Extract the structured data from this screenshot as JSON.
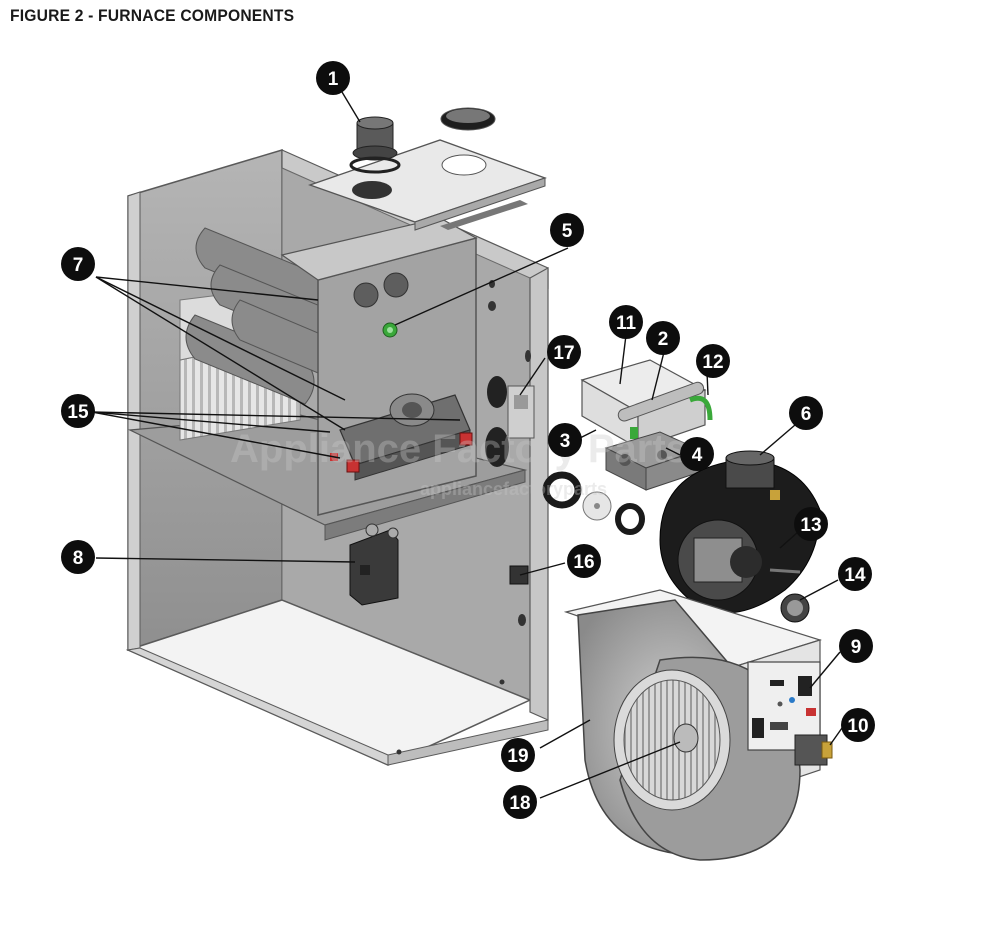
{
  "figure": {
    "title": "FIGURE 2 - FURNACE COMPONENTS"
  },
  "callouts": [
    "1",
    "2",
    "3",
    "4",
    "5",
    "6",
    "7",
    "8",
    "9",
    "10",
    "11",
    "12",
    "13",
    "14",
    "15",
    "16",
    "17",
    "18",
    "19"
  ],
  "watermark": {
    "line1": "Appliance Factory Parts",
    "line2": "appliancefactoryparts"
  },
  "colors": {
    "cabinet": "#b9b9b9",
    "cabinet_dark": "#8e8e8e",
    "metal": "#a8a8a8",
    "callout_fill": "#0d0d0d",
    "valve_green": "#3aa83a",
    "accent_red": "#c83232"
  }
}
